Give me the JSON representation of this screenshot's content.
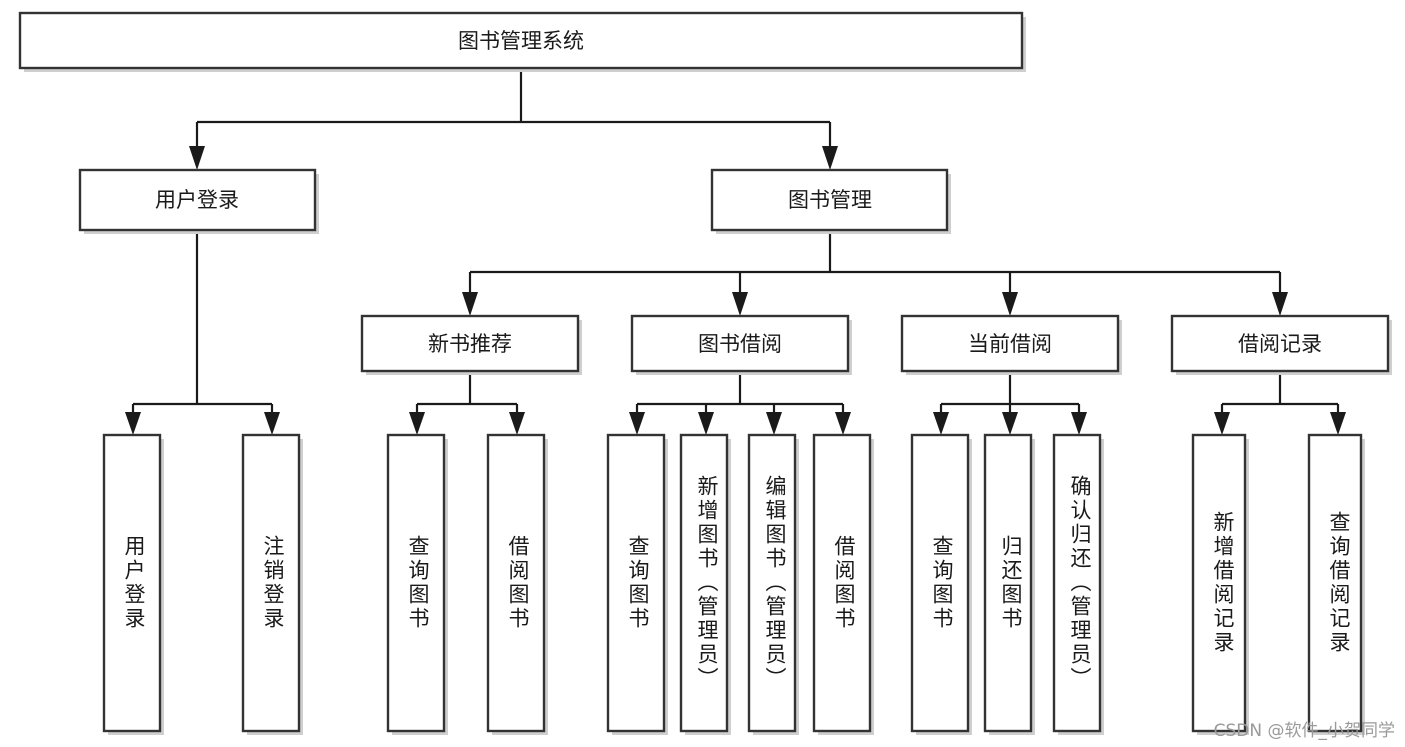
{
  "diagram": {
    "type": "tree",
    "title": "图书管理系统",
    "watermark": "CSDN @软件_小贺同学",
    "colors": {
      "box_fill": "#ffffff",
      "box_stroke": "#333333",
      "connector": "#1a1a1a",
      "text": "#1a1a1a",
      "watermark": "#9a9a9a"
    },
    "levels": {
      "root": {
        "id": "root",
        "label": "图书管理系统",
        "orientation": "horizontal"
      },
      "level2": [
        {
          "id": "user-login",
          "label": "用户登录",
          "orientation": "horizontal"
        },
        {
          "id": "book-management",
          "label": "图书管理",
          "orientation": "horizontal"
        }
      ],
      "level3": [
        {
          "id": "new-book-recommend",
          "label": "新书推荐",
          "orientation": "horizontal",
          "parent": "book-management"
        },
        {
          "id": "book-borrow",
          "label": "图书借阅",
          "orientation": "horizontal",
          "parent": "book-management"
        },
        {
          "id": "current-borrow",
          "label": "当前借阅",
          "orientation": "horizontal",
          "parent": "book-management"
        },
        {
          "id": "borrow-record",
          "label": "借阅记录",
          "orientation": "horizontal",
          "parent": "book-management"
        }
      ],
      "leaves": [
        {
          "id": "leaf-user-login",
          "label": "用户登录",
          "orientation": "vertical",
          "parent": "user-login"
        },
        {
          "id": "leaf-user-logout",
          "label": "注销登录",
          "orientation": "vertical",
          "parent": "user-login"
        },
        {
          "id": "leaf-query-book-1",
          "label": "查询图书",
          "orientation": "vertical",
          "parent": "new-book-recommend"
        },
        {
          "id": "leaf-borrow-book-1",
          "label": "借阅图书",
          "orientation": "vertical",
          "parent": "new-book-recommend"
        },
        {
          "id": "leaf-query-book-2",
          "label": "查询图书",
          "orientation": "vertical",
          "parent": "book-borrow"
        },
        {
          "id": "leaf-add-book",
          "label": "新增图书（管理员）",
          "orientation": "vertical",
          "parent": "book-borrow"
        },
        {
          "id": "leaf-edit-book",
          "label": "编辑图书（管理员）",
          "orientation": "vertical",
          "parent": "book-borrow"
        },
        {
          "id": "leaf-borrow-book-2",
          "label": "借阅图书",
          "orientation": "vertical",
          "parent": "book-borrow"
        },
        {
          "id": "leaf-query-book-3",
          "label": "查询图书",
          "orientation": "vertical",
          "parent": "current-borrow"
        },
        {
          "id": "leaf-return-book",
          "label": "归还图书",
          "orientation": "vertical",
          "parent": "current-borrow"
        },
        {
          "id": "leaf-confirm-return",
          "label": "确认归还（管理员）",
          "orientation": "vertical",
          "parent": "current-borrow"
        },
        {
          "id": "leaf-add-record",
          "label": "新增借阅记录",
          "orientation": "vertical",
          "parent": "borrow-record"
        },
        {
          "id": "leaf-query-record",
          "label": "查询借阅记录",
          "orientation": "vertical",
          "parent": "borrow-record"
        }
      ]
    }
  }
}
